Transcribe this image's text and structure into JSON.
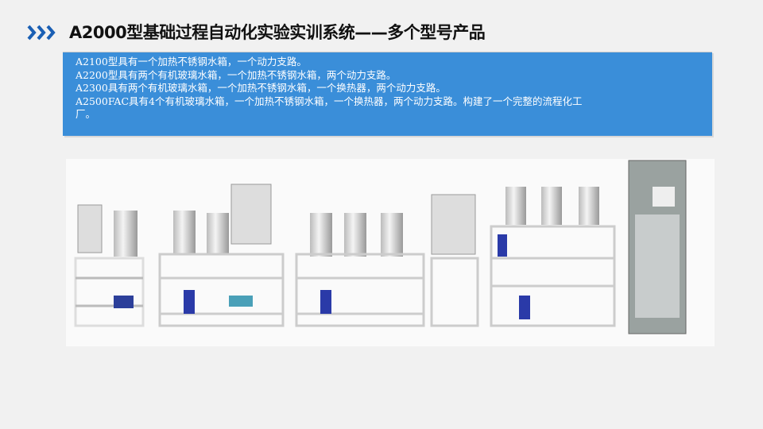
{
  "header": {
    "title": "A2000型基础过程自动化实验实训系统——多个型号产品",
    "icon": "triple-chevron-right-icon",
    "accent": "#1a5fb4"
  },
  "description": {
    "lines": [
      "A2100型具有一个加热不锈钢水箱，一个动力支路。",
      "A2200型具有两个有机玻璃水箱，一个加热不锈钢水箱，两个动力支路。",
      "A2300具有两个有机玻璃水箱，一个加热不锈钢水箱，一个换热器，两个动力支路。",
      "A2500FAC具有4个有机玻璃水箱，一个加热不锈钢水箱，一个换热器，两个动力支路。构建了一个完整的流程化工",
      "厂。"
    ],
    "background": "#3a8ed9"
  }
}
